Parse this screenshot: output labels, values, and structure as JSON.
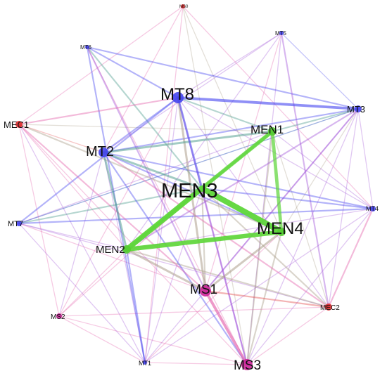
{
  "colors": {
    "green": "#5ed63a",
    "blue": "#4a4af0",
    "purple": "#a050d8",
    "pink": "#e25aa8",
    "teal": "#4e9e8e",
    "tan": "#a89a86",
    "red": "#e24a4a",
    "node_blue": "#4545ee",
    "node_green": "#55cc33",
    "node_red": "#e02a2a",
    "node_magenta": "#cc2299"
  },
  "nodes": [
    {
      "id": "MT8",
      "label": "MT8",
      "group": "blue"
    },
    {
      "id": "MEN3",
      "label": "MEN3",
      "group": "green"
    },
    {
      "id": "MEN4",
      "label": "MEN4",
      "group": "green"
    },
    {
      "id": "MEN1",
      "label": "MEN1",
      "group": "green"
    },
    {
      "id": "MT2",
      "label": "MT2",
      "group": "blue"
    },
    {
      "id": "MEN2",
      "label": "MEN2",
      "group": "green"
    },
    {
      "id": "MS1",
      "label": "MS1",
      "group": "magenta"
    },
    {
      "id": "MS3",
      "label": "MS3",
      "group": "magenta"
    },
    {
      "id": "MT3",
      "label": "MT3",
      "group": "blue"
    },
    {
      "id": "MEC1",
      "label": "MEC1",
      "group": "red"
    },
    {
      "id": "MT7",
      "label": "MT7",
      "group": "blue"
    },
    {
      "id": "MT4",
      "label": "MT4",
      "group": "blue"
    },
    {
      "id": "MEC2",
      "label": "MEC2",
      "group": "red"
    },
    {
      "id": "MS2",
      "label": "MS2",
      "group": "magenta"
    },
    {
      "id": "MT1",
      "label": "MT1",
      "group": "blue"
    },
    {
      "id": "MT5",
      "label": "MT5",
      "group": "blue"
    },
    {
      "id": "MT6",
      "label": "MT6",
      "group": "blue"
    },
    {
      "id": "MS0",
      "label": "MS0",
      "group": "red"
    }
  ],
  "edges": [
    {
      "source": "MEN3",
      "target": "MEN4",
      "weight": 9,
      "color": "green"
    },
    {
      "source": "MEN3",
      "target": "MEN2",
      "weight": 8,
      "color": "green"
    },
    {
      "source": "MEN2",
      "target": "MEN4",
      "weight": 7,
      "color": "green"
    },
    {
      "source": "MEN3",
      "target": "MEN1",
      "weight": 6,
      "color": "green"
    },
    {
      "source": "MEN1",
      "target": "MEN4",
      "weight": 5,
      "color": "green"
    },
    {
      "source": "MEN1",
      "target": "MEN2",
      "weight": 4,
      "color": "green"
    },
    {
      "source": "MS1",
      "target": "MS3",
      "weight": 4,
      "color": "pink"
    },
    {
      "source": "MT8",
      "target": "MT3",
      "weight": 4,
      "color": "blue"
    },
    {
      "source": "MT8",
      "target": "MS1",
      "weight": 3,
      "color": "tan"
    },
    {
      "source": "MT2",
      "target": "MEN3",
      "weight": 3,
      "color": "teal"
    },
    {
      "source": "MT2",
      "target": "MEN1",
      "weight": 3,
      "color": "teal"
    },
    {
      "source": "MT8",
      "target": "MEN3",
      "weight": 3,
      "color": "blue"
    },
    {
      "source": "MT2",
      "target": "MEN2",
      "weight": 3,
      "color": "teal"
    },
    {
      "source": "MT8",
      "target": "MEN1",
      "weight": 2,
      "color": "teal"
    },
    {
      "source": "MT2",
      "target": "MEN4",
      "weight": 2,
      "color": "blue"
    },
    {
      "source": "MEN4",
      "target": "MS1",
      "weight": 3,
      "color": "tan"
    },
    {
      "source": "MEN2",
      "target": "MS1",
      "weight": 3,
      "color": "tan"
    },
    {
      "source": "MEN3",
      "target": "MS1",
      "weight": 2,
      "color": "tan"
    },
    {
      "source": "MEN2",
      "target": "MEC2",
      "weight": 2,
      "color": "tan"
    },
    {
      "source": "MEN1",
      "target": "MS3",
      "weight": 2,
      "color": "tan"
    },
    {
      "source": "MEN4",
      "target": "MS3",
      "weight": 2,
      "color": "tan"
    },
    {
      "source": "MEN3",
      "target": "MS3",
      "weight": 2,
      "color": "purple"
    },
    {
      "source": "MT6",
      "target": "MEN3",
      "weight": 2,
      "color": "teal"
    },
    {
      "source": "MT6",
      "target": "MT3",
      "weight": 2,
      "color": "blue"
    },
    {
      "source": "MT6",
      "target": "MT8",
      "weight": 2,
      "color": "blue"
    },
    {
      "source": "MT6",
      "target": "MT1",
      "weight": 2,
      "color": "blue"
    },
    {
      "source": "MT6",
      "target": "MS1",
      "weight": 2,
      "color": "purple"
    },
    {
      "source": "MT7",
      "target": "MT8",
      "weight": 2,
      "color": "blue"
    },
    {
      "source": "MT7",
      "target": "MEN3",
      "weight": 2,
      "color": "teal"
    },
    {
      "source": "MT7",
      "target": "MT4",
      "weight": 2,
      "color": "blue"
    },
    {
      "source": "MT7",
      "target": "MT3",
      "weight": 1,
      "color": "teal"
    },
    {
      "source": "MT7",
      "target": "MEN1",
      "weight": 1,
      "color": "purple"
    },
    {
      "source": "MT7",
      "target": "MEN2",
      "weight": 1,
      "color": "purple"
    },
    {
      "source": "MT2",
      "target": "MT3",
      "weight": 2,
      "color": "blue"
    },
    {
      "source": "MT2",
      "target": "MT4",
      "weight": 2,
      "color": "blue"
    },
    {
      "source": "MT2",
      "target": "MS3",
      "weight": 2,
      "color": "blue"
    },
    {
      "source": "MT2",
      "target": "MT8",
      "weight": 2,
      "color": "blue"
    },
    {
      "source": "MT2",
      "target": "MEC2",
      "weight": 2,
      "color": "pink"
    },
    {
      "source": "MT2",
      "target": "MS2",
      "weight": 1,
      "color": "purple"
    },
    {
      "source": "MT2",
      "target": "MT1",
      "weight": 1,
      "color": "purple"
    },
    {
      "source": "MT2",
      "target": "MT5",
      "weight": 1,
      "color": "purple"
    },
    {
      "source": "MEC1",
      "target": "MT8",
      "weight": 2,
      "color": "pink"
    },
    {
      "source": "MEC1",
      "target": "MEN4",
      "weight": 2,
      "color": "tan"
    },
    {
      "source": "MEC1",
      "target": "MS1",
      "weight": 2,
      "color": "pink"
    },
    {
      "source": "MEC1",
      "target": "MEN2",
      "weight": 1,
      "color": "pink"
    },
    {
      "source": "MEC1",
      "target": "MT1",
      "weight": 1,
      "color": "purple"
    },
    {
      "source": "MEC1",
      "target": "MS3",
      "weight": 1,
      "color": "pink"
    },
    {
      "source": "MEC1",
      "target": "MT2",
      "weight": 1,
      "color": "red"
    },
    {
      "source": "MEC1",
      "target": "MEN1",
      "weight": 1,
      "color": "tan"
    },
    {
      "source": "MT3",
      "target": "MEN1",
      "weight": 2,
      "color": "teal"
    },
    {
      "source": "MT3",
      "target": "MEN2",
      "weight": 2,
      "color": "purple"
    },
    {
      "source": "MT3",
      "target": "MS1",
      "weight": 2,
      "color": "purple"
    },
    {
      "source": "MT3",
      "target": "MT7",
      "weight": 1,
      "color": "blue"
    },
    {
      "source": "MT3",
      "target": "MEC2",
      "weight": 1,
      "color": "purple"
    },
    {
      "source": "MT3",
      "target": "MS3",
      "weight": 1,
      "color": "purple"
    },
    {
      "source": "MT3",
      "target": "MT1",
      "weight": 1,
      "color": "purple"
    },
    {
      "source": "MT3",
      "target": "MEN4",
      "weight": 1,
      "color": "tan"
    },
    {
      "source": "MT5",
      "target": "MT8",
      "weight": 1,
      "color": "purple"
    },
    {
      "source": "MT5",
      "target": "MEC2",
      "weight": 2,
      "color": "purple"
    },
    {
      "source": "MT5",
      "target": "MT3",
      "weight": 1,
      "color": "blue"
    },
    {
      "source": "MT5",
      "target": "MS1",
      "weight": 1,
      "color": "pink"
    },
    {
      "source": "MT5",
      "target": "MEN2",
      "weight": 1,
      "color": "purple"
    },
    {
      "source": "MT5",
      "target": "MS3",
      "weight": 1,
      "color": "purple"
    },
    {
      "source": "MS0",
      "target": "MT2",
      "weight": 1,
      "color": "pink"
    },
    {
      "source": "MS0",
      "target": "MS3",
      "weight": 1,
      "color": "tan"
    },
    {
      "source": "MS0",
      "target": "MT4",
      "weight": 1,
      "color": "pink"
    },
    {
      "source": "MS0",
      "target": "MEC1",
      "weight": 1,
      "color": "pink"
    },
    {
      "source": "MS0",
      "target": "MT1",
      "weight": 1,
      "color": "pink"
    },
    {
      "source": "MS0",
      "target": "MEN4",
      "weight": 1,
      "color": "tan"
    },
    {
      "source": "MS2",
      "target": "MEN3",
      "weight": 1,
      "color": "pink"
    },
    {
      "source": "MS2",
      "target": "MT8",
      "weight": 1,
      "color": "pink"
    },
    {
      "source": "MS2",
      "target": "MEC1",
      "weight": 1,
      "color": "pink"
    },
    {
      "source": "MS2",
      "target": "MS3",
      "weight": 1,
      "color": "pink"
    },
    {
      "source": "MS2",
      "target": "MT1",
      "weight": 1,
      "color": "pink"
    },
    {
      "source": "MS2",
      "target": "MEN2",
      "weight": 1,
      "color": "pink"
    },
    {
      "source": "MS2",
      "target": "MEC2",
      "weight": 1,
      "color": "pink"
    },
    {
      "source": "MT1",
      "target": "MT8",
      "weight": 1,
      "color": "purple"
    },
    {
      "source": "MT1",
      "target": "MEN2",
      "weight": 2,
      "color": "blue"
    },
    {
      "source": "MT1",
      "target": "MEN3",
      "weight": 1,
      "color": "purple"
    },
    {
      "source": "MT1",
      "target": "MS3",
      "weight": 1,
      "color": "pink"
    },
    {
      "source": "MT1",
      "target": "MT7",
      "weight": 1,
      "color": "purple"
    },
    {
      "source": "MT1",
      "target": "MEN4",
      "weight": 1,
      "color": "pink"
    },
    {
      "source": "MEC2",
      "target": "MS1",
      "weight": 2,
      "color": "red"
    },
    {
      "source": "MEC2",
      "target": "MT4",
      "weight": 2,
      "color": "pink"
    },
    {
      "source": "MEC2",
      "target": "MEN3",
      "weight": 2,
      "color": "tan"
    },
    {
      "source": "MEC2",
      "target": "MEN1",
      "weight": 1,
      "color": "tan"
    },
    {
      "source": "MEC2",
      "target": "MT8",
      "weight": 1,
      "color": "purple"
    },
    {
      "source": "MEC2",
      "target": "MS3",
      "weight": 1,
      "color": "pink"
    },
    {
      "source": "MEC2",
      "target": "MT7",
      "weight": 1,
      "color": "purple"
    },
    {
      "source": "MT4",
      "target": "MEN3",
      "weight": 2,
      "color": "blue"
    },
    {
      "source": "MT4",
      "target": "MEN1",
      "weight": 1,
      "color": "purple"
    },
    {
      "source": "MT4",
      "target": "MS3",
      "weight": 1,
      "color": "purple"
    },
    {
      "source": "MT4",
      "target": "MT8",
      "weight": 1,
      "color": "purple"
    },
    {
      "source": "MT4",
      "target": "MT3",
      "weight": 1,
      "color": "purple"
    },
    {
      "source": "MT4",
      "target": "MEN2",
      "weight": 1,
      "color": "purple"
    },
    {
      "source": "MT4",
      "target": "MT1",
      "weight": 1,
      "color": "purple"
    },
    {
      "source": "MS3",
      "target": "MT8",
      "weight": 2,
      "color": "purple"
    },
    {
      "source": "MS3",
      "target": "MT6",
      "weight": 1,
      "color": "pink"
    },
    {
      "source": "MS1",
      "target": "MT7",
      "weight": 1,
      "color": "pink"
    }
  ]
}
